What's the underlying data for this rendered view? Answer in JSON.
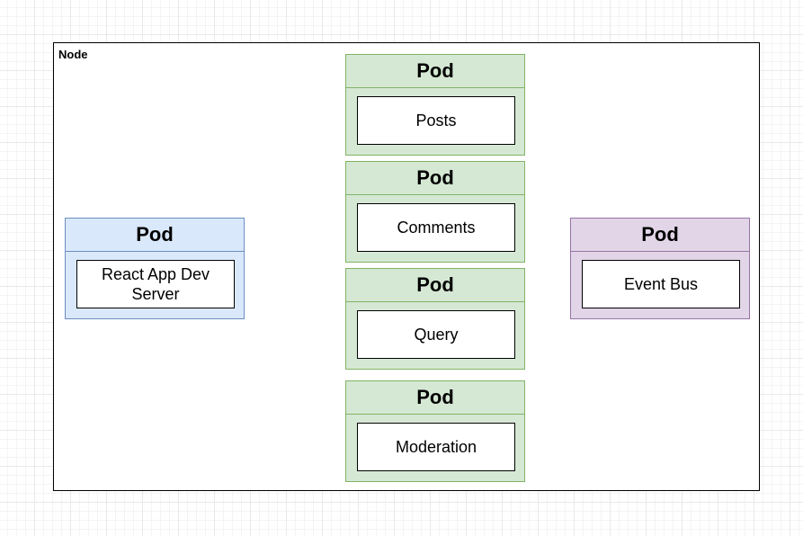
{
  "node": {
    "label": "Node"
  },
  "colors": {
    "green_fill": "#d5e8d4",
    "green_stroke": "#82b366",
    "blue_fill": "#dae8fc",
    "blue_stroke": "#6c8ebf",
    "purple_fill": "#e1d5e7",
    "purple_stroke": "#9673a6"
  },
  "pods": {
    "posts": {
      "title": "Pod",
      "service": "Posts"
    },
    "comments": {
      "title": "Pod",
      "service": "Comments"
    },
    "query": {
      "title": "Pod",
      "service": "Query"
    },
    "moderation": {
      "title": "Pod",
      "service": "Moderation"
    },
    "react_app": {
      "title": "Pod",
      "service": "React App Dev Server"
    },
    "event_bus": {
      "title": "Pod",
      "service": "Event Bus"
    }
  }
}
